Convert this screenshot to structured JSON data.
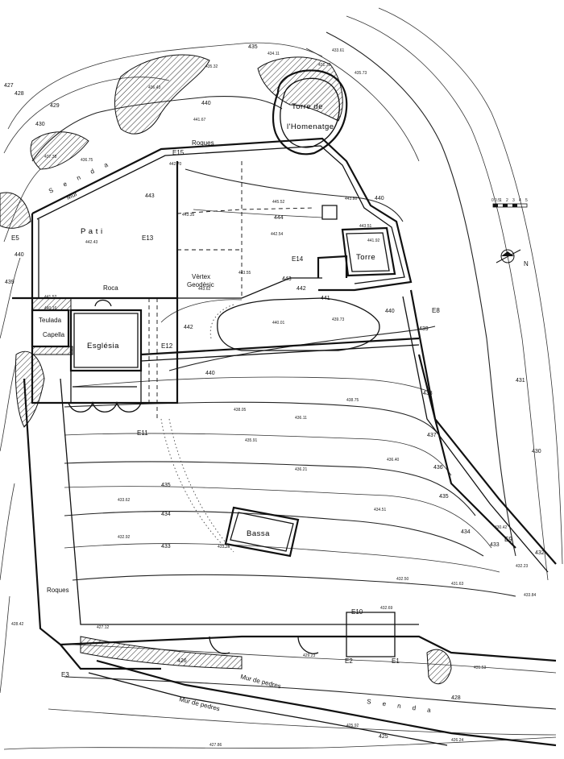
{
  "places": {
    "torre_homenatge_1": "Torre de",
    "torre_homenatge_2": "l'Homenatge",
    "roques_top": "Roques",
    "pati": "P a t i",
    "vertex_1": "Vèrtex",
    "vertex_2": "Geodèsic",
    "roca": "Roca",
    "teulada": "Teulada",
    "capella": "Capella",
    "esglesia": "Església",
    "torre": "Torre",
    "bassa": "Bassa",
    "roques_left": "Roques",
    "senda_top": "S e n d a",
    "senda_bottom": "S e n d a",
    "mur_top": "Mur",
    "mur_pedres_1": "Mur de pedres",
    "mur_pedres_2": "Mur de pedres"
  },
  "stations": [
    "E1",
    "E2",
    "E3",
    "E5",
    "E8",
    "E9",
    "E10",
    "E11",
    "E12",
    "E13",
    "E14",
    "E15"
  ],
  "contours": [
    "427",
    "428",
    "429",
    "430",
    "435",
    "440",
    "443",
    "444",
    "443",
    "442",
    "441",
    "440",
    "439",
    "438",
    "437",
    "436",
    "435",
    "434",
    "433",
    "432",
    "431",
    "430",
    "440",
    "442",
    "435",
    "434",
    "433",
    "426",
    "428",
    "425",
    "440",
    "439",
    "440"
  ],
  "spot_heights": [
    "433.61",
    "434.11",
    "431.73",
    "435.32",
    "436.43",
    "435.73",
    "437.38",
    "436.75",
    "441.67",
    "442.70",
    "443.35",
    "445.52",
    "443.80",
    "443.51",
    "441.92",
    "442.54",
    "443.55",
    "443.62",
    "442.43",
    "441.52",
    "440.16",
    "440.01",
    "439.73",
    "438.75",
    "438.05",
    "436.11",
    "436.21",
    "436.40",
    "435.91",
    "434.51",
    "433.62",
    "432.92",
    "433.16",
    "432.50",
    "431.63",
    "432.69",
    "429.23",
    "428.42",
    "427.86",
    "425.92",
    "426.24",
    "427.12",
    "430.42",
    "433.84",
    "432.23",
    "431.53"
  ],
  "scale": {
    "ticks": [
      "0",
      "0.5",
      "1",
      "2",
      "3",
      "4",
      "5"
    ]
  },
  "north": {
    "label": "N"
  },
  "colors": {
    "ink": "#111111",
    "paper": "#ffffff"
  }
}
